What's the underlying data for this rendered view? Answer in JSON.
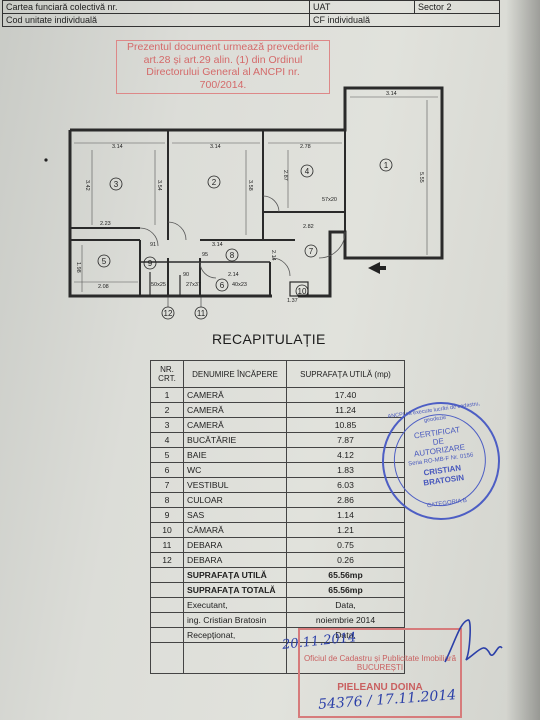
{
  "header": {
    "row1_left": "Cartea funciară colectivă nr.",
    "row1_uat_label": "UAT",
    "row1_uat_value": "Sector 2",
    "row2_left": "Cod unitate individuală",
    "row2_cf": "CF individuală"
  },
  "notice_lines": [
    "Prezentul document urmează prevederile",
    "art.28 și art.29 alin. (1) din Ordinul",
    "Directorului General al ANCPI nr.",
    "700/2014."
  ],
  "floor_plan": {
    "dimensions": [
      "3.14",
      "3.14",
      "2.78",
      "3.14",
      "5.55",
      "3.42",
      "3.54",
      "3.58",
      "2.87",
      "2.23",
      "1.98",
      "2.08",
      "3.14",
      "2.14",
      "2.82",
      "2.14",
      "1.37",
      "57x20",
      "40x23",
      "27x37",
      "50x25",
      "91",
      "95",
      "90"
    ],
    "rooms": [
      "1",
      "2",
      "3",
      "4",
      "5",
      "6",
      "7",
      "8",
      "9",
      "10",
      "11",
      "12"
    ]
  },
  "recap": {
    "title": "RECAPITULAȚIE",
    "col_nr": "NR. CRT.",
    "col_name": "DENUMIRE ÎNCĂPERE",
    "col_area": "SUPRAFAȚA UTILĂ (mp)",
    "rows": [
      {
        "nr": "1",
        "name": "CAMERĂ",
        "area": "17.40"
      },
      {
        "nr": "2",
        "name": "CAMERĂ",
        "area": "11.24"
      },
      {
        "nr": "3",
        "name": "CAMERĂ",
        "area": "10.85"
      },
      {
        "nr": "4",
        "name": "BUCĂTĂRIE",
        "area": "7.87"
      },
      {
        "nr": "5",
        "name": "BAIE",
        "area": "4.12"
      },
      {
        "nr": "6",
        "name": "WC",
        "area": "1.83"
      },
      {
        "nr": "7",
        "name": "VESTIBUL",
        "area": "6.03"
      },
      {
        "nr": "8",
        "name": "CULOAR",
        "area": "2.86"
      },
      {
        "nr": "9",
        "name": "SAS",
        "area": "1.14"
      },
      {
        "nr": "10",
        "name": "CĂMARĂ",
        "area": "1.21"
      },
      {
        "nr": "11",
        "name": "DEBARA",
        "area": "0.75"
      },
      {
        "nr": "12",
        "name": "DEBARA",
        "area": "0.26"
      }
    ],
    "util_label": "SUPRAFAȚA UTILĂ",
    "util_value": "65.56mp",
    "total_label": "SUPRAFAȚA TOTALĂ",
    "total_value": "65.56mp",
    "executant_label": "Executant,",
    "executant_date": "Data,",
    "executant_name": "ing. Cristian Bratosin",
    "executant_month": "noiembrie 2014",
    "receptionat_label": "Recepționat,",
    "receptionat_date": "Data,"
  },
  "blue_stamp": {
    "line1": "CERTIFICAT",
    "line2": "DE",
    "line3": "AUTORIZARE",
    "line4": "Seria RO-MB-F Nr. 0156",
    "line5": "CRISTIAN",
    "line6": "BRATOSIN",
    "ring_text": "ANCPI să execute lucrări de cadastru, geodezie",
    "ring_text2": "CATEGORIA B"
  },
  "handwriting": {
    "date1": "20.11.2014",
    "date2": "54376 / 17.11.2014"
  },
  "red_stamp": {
    "line1": "Oficiul de Cadastru și Publicitate Imobiliară",
    "line2": "BUCUREȘTI",
    "line3": "PIELEANU DOINA"
  }
}
